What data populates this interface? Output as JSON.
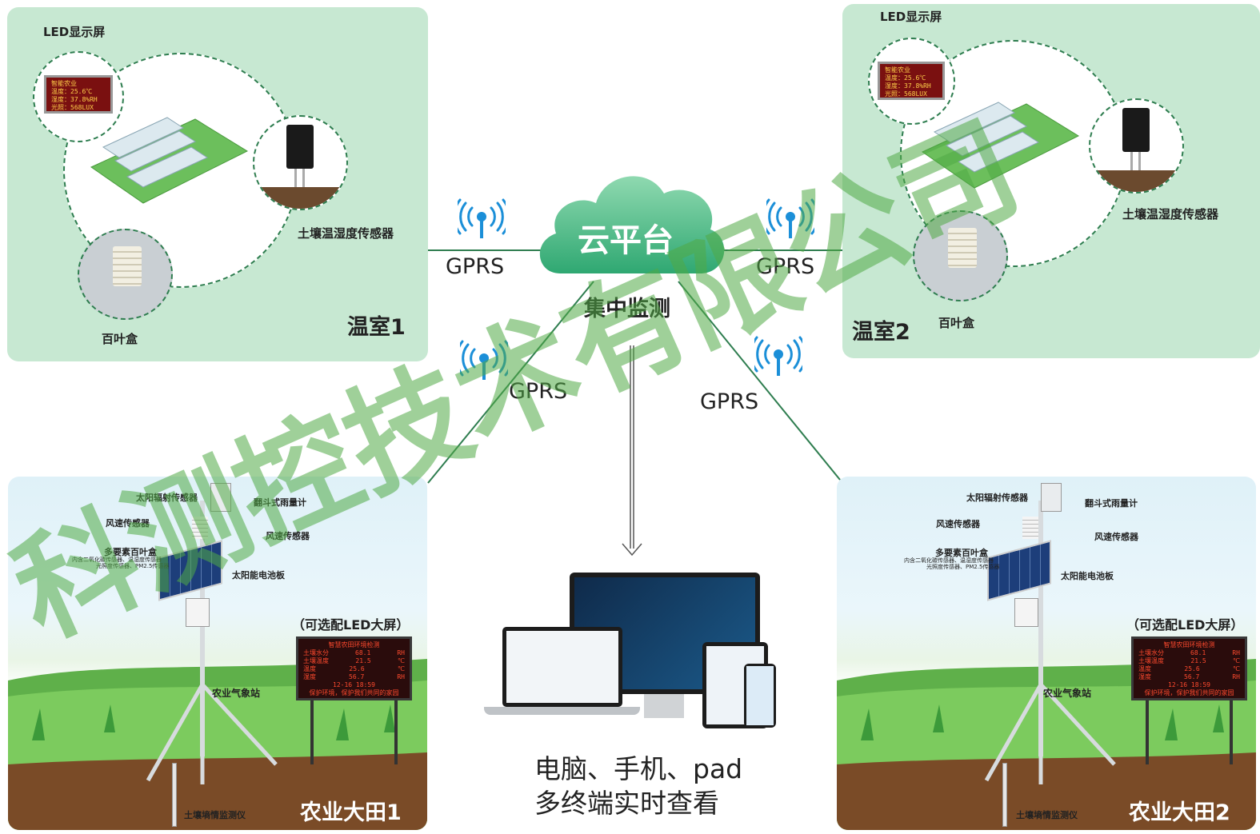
{
  "cloud": {
    "title": "云平台",
    "subtitle": "集中监测"
  },
  "links": {
    "gprs_label": "GPRS"
  },
  "greenhouse1": {
    "name": "温室1",
    "led_label": "LED显示屏",
    "soil_sensor_label": "土壤温湿度传感器",
    "louver_label": "百叶盒",
    "led_screen_lines": [
      "智能农业",
      "温度：25.6℃",
      "湿度：37.8%RH",
      "光照：568LUX"
    ]
  },
  "greenhouse2": {
    "name": "温室2",
    "led_label": "LED显示屏",
    "soil_sensor_label": "土壤温湿度传感器",
    "louver_label": "百叶盒",
    "led_screen_lines": [
      "智能农业",
      "温度：25.6℃",
      "湿度：37.8%RH",
      "光照：568LUX"
    ]
  },
  "field1": {
    "name": "农业大田1",
    "labels": {
      "radiation": "太阳辐射传感器",
      "rain": "翻斗式雨量计",
      "wind_speed_left": "风速传感器",
      "wind_speed_right": "风速传感器",
      "louver": "多要素百叶盒",
      "louver_note_1": "内含二氧化碳传感器、温湿度传感器",
      "louver_note_2": "光照度传感器、PM2.5传感器",
      "solar": "太阳能电池板",
      "optional_led": "（可选配LED大屏）",
      "station": "农业气象站",
      "soil_monitor": "土壤墒情监测仪"
    },
    "led_board": {
      "title": "智慧农田环境检测",
      "rows": [
        [
          "土壤水分",
          "68.1",
          "RH"
        ],
        [
          "土壤温度",
          "21.5",
          "℃"
        ],
        [
          "温度",
          "25.6",
          "℃"
        ],
        [
          "湿度",
          "56.7",
          "RH"
        ]
      ],
      "time": "12-16 18:59",
      "slogan": "保护环境，保护我们共同的家园"
    }
  },
  "field2": {
    "name": "农业大田2",
    "labels": {
      "radiation": "太阳辐射传感器",
      "rain": "翻斗式雨量计",
      "wind_speed_left": "风速传感器",
      "wind_speed_right": "风速传感器",
      "louver": "多要素百叶盒",
      "louver_note_1": "内含二氧化碳传感器、温湿度传感器",
      "louver_note_2": "光照度传感器、PM2.5传感器",
      "solar": "太阳能电池板",
      "optional_led": "（可选配LED大屏）",
      "station": "农业气象站",
      "soil_monitor": "土壤墒情监测仪"
    },
    "led_board": {
      "title": "智慧农田环境检测",
      "rows": [
        [
          "土壤水分",
          "68.1",
          "RH"
        ],
        [
          "土壤温度",
          "21.5",
          "℃"
        ],
        [
          "温度",
          "25.6",
          "℃"
        ],
        [
          "湿度",
          "56.7",
          "RH"
        ]
      ],
      "time": "12-16 18:59",
      "slogan": "保护环境，保护我们共同的家园"
    }
  },
  "terminals": {
    "line1": "电脑、手机、pad",
    "line2": "多终端实时查看"
  },
  "watermark": {
    "text": "科测控技术有限公司"
  },
  "colors": {
    "panel_green": "#c7e8d2",
    "connector": "#2e7d4f",
    "wifi": "#1b8fd8",
    "cloud": "#43b68a",
    "watermark": "#50aa46"
  }
}
